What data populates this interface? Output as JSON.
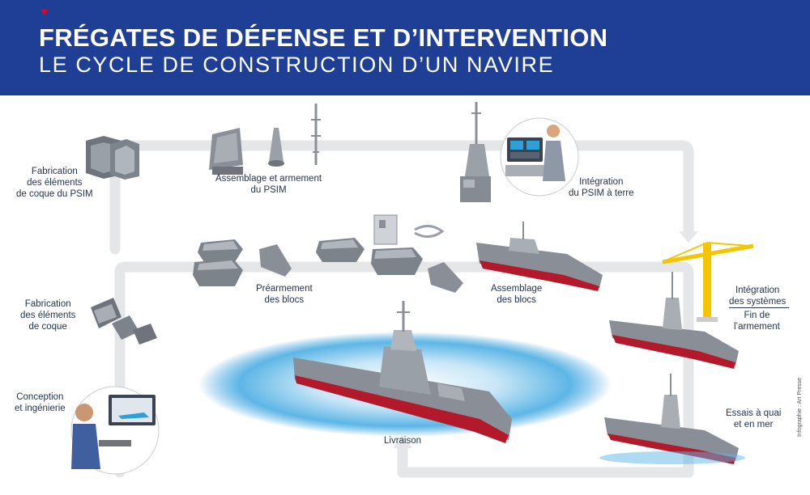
{
  "header": {
    "title": "FRÉGATES DE DÉFENSE ET D’INTERVENTION",
    "subtitle": "LE CYCLE DE CONSTRUCTION D’UN NAVIRE"
  },
  "colors": {
    "header_bg": "#1e3f95",
    "accent": "#e3001b",
    "track": "#e5e6e8",
    "hull_grey": "#8a8f97",
    "hull_red": "#b2192a",
    "sea": "#3aa3dd",
    "crane": "#f4c500",
    "label_text": "#25344e"
  },
  "steps": {
    "psim_hull": "Fabrication\ndes éléments\nde coque du PSIM",
    "psim_assembly": "Assemblage et armement\ndu PSIM",
    "psim_integration": "Intégration\ndu PSIM à terre",
    "hull_elements": "Fabrication\ndes éléments\nde coque",
    "prefit": "Préarmement\ndes blocs",
    "block_assembly": "Assemblage\ndes blocs",
    "systems_integration": "Intégration\ndes systèmes",
    "end_fitting": "Fin de\nl’armement",
    "design": "Conception\net ingénierie",
    "trials": "Essais à quai\net en mer",
    "delivery": "Livraison"
  },
  "credit": "Infographie : Art Presse",
  "icons": [
    "arrow-down-icon",
    "arrow-right-icon",
    "crane-icon",
    "frigate-icon",
    "operator-icon",
    "engineer-icon"
  ]
}
